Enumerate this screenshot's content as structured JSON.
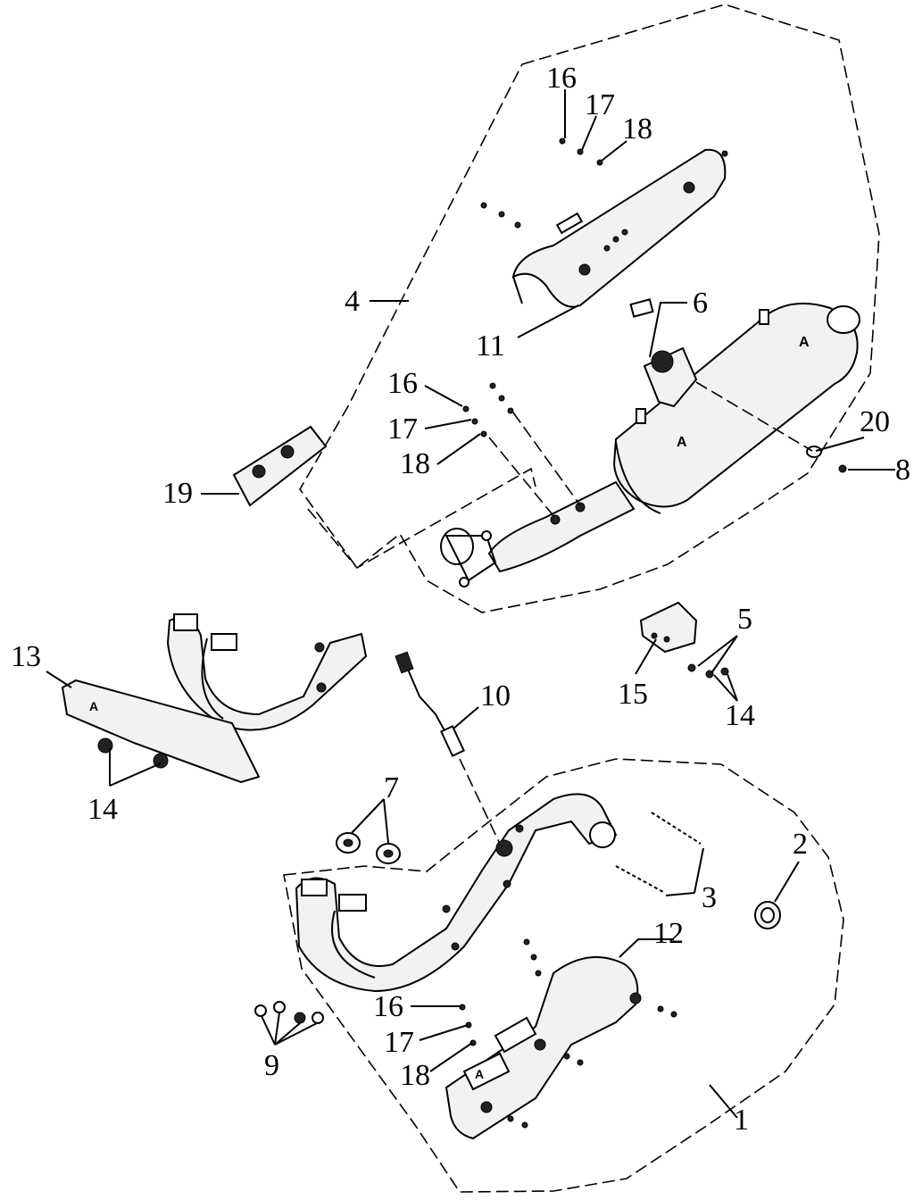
{
  "callouts": {
    "c1": "1",
    "c2": "2",
    "c3": "3",
    "c4": "4",
    "c5": "5",
    "c6": "6",
    "c7": "7",
    "c8": "8",
    "c9": "9",
    "c10": "10",
    "c11": "11",
    "c12": "12",
    "c13": "13",
    "c14a": "14",
    "c14b": "14",
    "c15": "15",
    "c16a": "16",
    "c16b": "16",
    "c16c": "16",
    "c17a": "17",
    "c17b": "17",
    "c17c": "17",
    "c18a": "18",
    "c18b": "18",
    "c18c": "18",
    "c19": "19",
    "c20": "20"
  }
}
